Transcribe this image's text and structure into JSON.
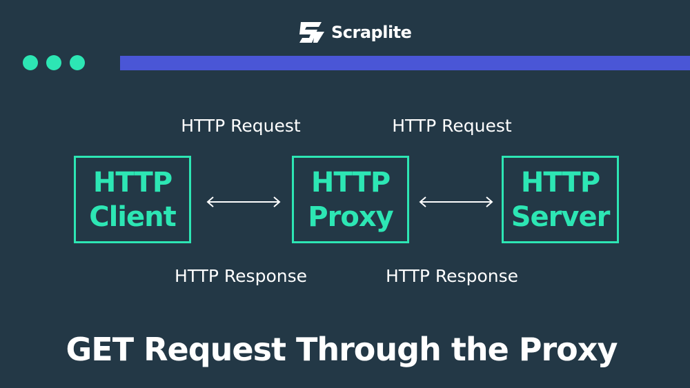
{
  "brand": {
    "name": "Scraplite",
    "icon": "scraplite-logo-icon"
  },
  "colors": {
    "background": "#233846",
    "accent": "#2de6b4",
    "bar": "#4a56d6",
    "text": "#ffffff"
  },
  "window_dots": 3,
  "nodes": [
    {
      "line1": "HTTP",
      "line2": "Client"
    },
    {
      "line1": "HTTP",
      "line2": "Proxy"
    },
    {
      "line1": "HTTP",
      "line2": "Server"
    }
  ],
  "links": [
    {
      "top_label": "HTTP Request",
      "bottom_label": "HTTP Response"
    },
    {
      "top_label": "HTTP Request",
      "bottom_label": "HTTP Response"
    }
  ],
  "title": "GET Request Through the Proxy"
}
